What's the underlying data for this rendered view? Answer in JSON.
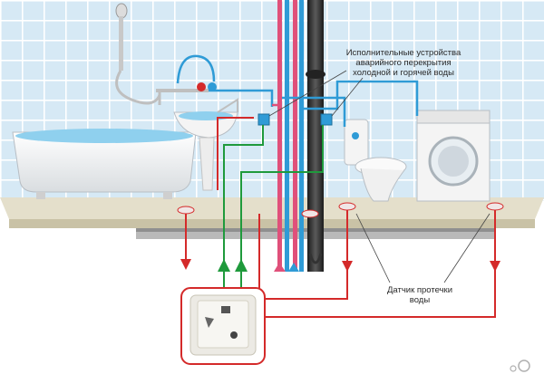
{
  "labels": {
    "actuators": [
      "Исполнительные устройства",
      "аварийного перекрытия",
      "холодной и горячей воды"
    ],
    "sensor": [
      "Датчик протечки",
      "воды"
    ]
  },
  "colors": {
    "tile": "#d6e9f5",
    "grout": "#ffffff",
    "floor": "#d9d4bf",
    "wire_red": "#d42a2a",
    "wire_green": "#1f9a3c",
    "pipe_cold": "#2f9bd6",
    "pipe_hot": "#e0507a",
    "drain": "#3a3a3a",
    "water": "#8fd0ee"
  },
  "icons": {
    "bathtub": "bathtub-icon",
    "shower": "shower-icon",
    "sink": "sink-icon",
    "toilet": "toilet-icon",
    "washer": "washing-machine-icon",
    "controller": "controller-unit-icon"
  }
}
